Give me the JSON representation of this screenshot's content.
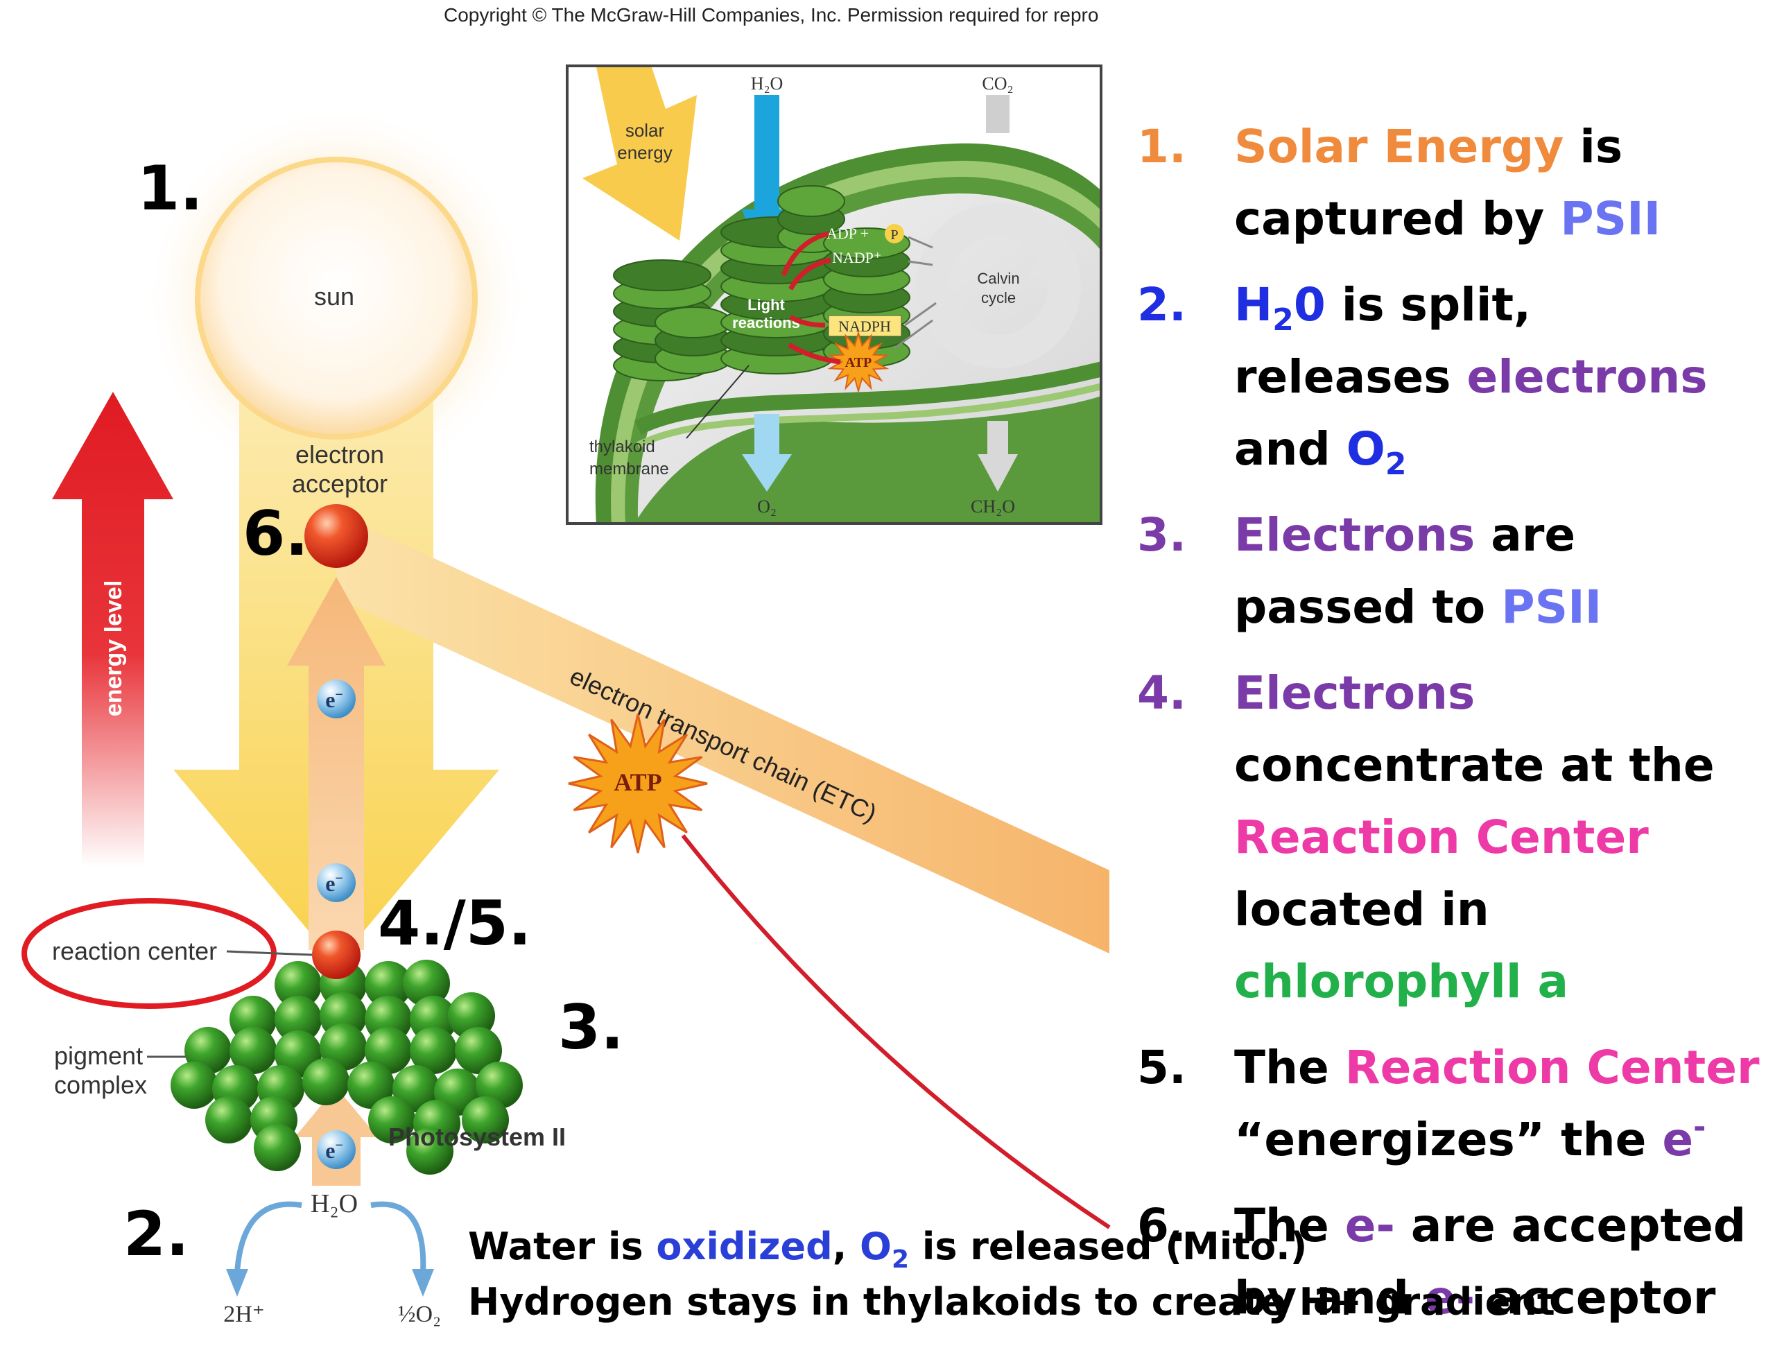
{
  "copyright": "Copyright © The McGraw-Hill Companies, Inc. Permission required for repro",
  "labels": {
    "num1": "1.",
    "num2": "2.",
    "num3": "3.",
    "num45": "4./5.",
    "num6": "6.",
    "sun": "sun",
    "electron_acceptor_1": "electron",
    "electron_acceptor_2": "acceptor",
    "energy_level": "energy level",
    "etc": "electron transport chain (ETC)",
    "atp": "ATP",
    "reaction_center": "reaction center",
    "pigment_1": "pigment",
    "pigment_2": "complex",
    "photosystem": "Photosystem II",
    "electron": "e",
    "electron_sup": "−",
    "water": "H₂O",
    "protons": "2H⁺",
    "oxygen_half": "½O₂"
  },
  "inset": {
    "solar_1": "solar",
    "solar_2": "energy",
    "h2o": "H₂O",
    "co2": "CO₂",
    "adp": "ADP +",
    "p": "P",
    "nadp": "NADP⁺",
    "light_1": "Light",
    "light_2": "reactions",
    "nadph": "NADPH",
    "atp": "ATP",
    "calvin_1": "Calvin",
    "calvin_2": "cycle",
    "thylakoid_1": "thylakoid",
    "thylakoid_2": "membrane",
    "o2": "O₂",
    "ch2o": "CH₂O"
  },
  "steps": [
    {
      "num": "1.",
      "parts": [
        {
          "t": "Solar Energy",
          "c": "orange"
        },
        {
          "t": " is captured by "
        },
        {
          "t": "PSII",
          "c": "periwinkle"
        }
      ]
    },
    {
      "num": "2.",
      "parts": [
        {
          "t": "H",
          "c": "blue"
        },
        {
          "t": "2",
          "c": "blue",
          "sub": true
        },
        {
          "t": "0",
          "c": "blue"
        },
        {
          "t": " is split, releases "
        },
        {
          "t": "electrons",
          "c": "purple"
        },
        {
          "t": " and "
        },
        {
          "t": "O",
          "c": "blue"
        },
        {
          "t": "2",
          "c": "blue",
          "sub": true
        }
      ]
    },
    {
      "num": "3.",
      "parts": [
        {
          "t": "Electrons",
          "c": "purple"
        },
        {
          "t": " are passed to "
        },
        {
          "t": "PSII",
          "c": "periwinkle"
        }
      ]
    },
    {
      "num": "4.",
      "parts": [
        {
          "t": "Electrons",
          "c": "purple"
        },
        {
          "t": " concentrate at the "
        },
        {
          "t": "Reaction Center",
          "c": "pink"
        },
        {
          "t": " located in "
        },
        {
          "t": "chlorophyll a",
          "c": "green"
        }
      ]
    },
    {
      "num": "5.",
      "parts": [
        {
          "t": "The "
        },
        {
          "t": "Reaction Center",
          "c": "pink"
        },
        {
          "t": " “energizes” the "
        },
        {
          "t": "e",
          "c": "purple"
        },
        {
          "t": "-",
          "c": "purple",
          "sup": true
        }
      ]
    },
    {
      "num": "6.",
      "parts": [
        {
          "t": "The "
        },
        {
          "t": "e-",
          "c": "purple"
        },
        {
          "t": " are accepted by and "
        },
        {
          "t": "e-",
          "c": "purple"
        },
        {
          "t": " acceptor"
        }
      ]
    }
  ],
  "footer": {
    "line1": [
      {
        "t": "Water is "
      },
      {
        "t": "oxidized",
        "c": "linkblue"
      },
      {
        "t": ", "
      },
      {
        "t": "O",
        "c": "linkblue"
      },
      {
        "t": "2",
        "c": "linkblue",
        "sub": true
      },
      {
        "t": " is released (Mito.)"
      }
    ],
    "line2": [
      {
        "t": "Hydrogen stays in thylakoids to create H+ gradient"
      }
    ]
  }
}
